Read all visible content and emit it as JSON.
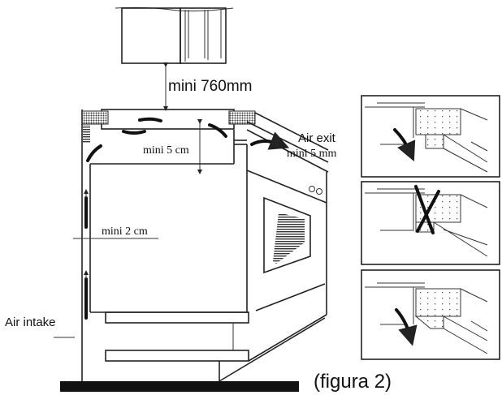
{
  "labels": {
    "cabinet_clearance": "mini 760mm",
    "top_gap": "mini 5  cm",
    "air_exit": "Air   exit",
    "air_exit_gap": "mini  5  mm",
    "side_gap": "mini  2  cm",
    "air_intake": "Air   intake",
    "figure_caption": "(figura 2)"
  },
  "panels": [
    {
      "id": "panel-1",
      "mark": "correct"
    },
    {
      "id": "panel-2",
      "mark": "incorrect"
    },
    {
      "id": "panel-3",
      "mark": "correct"
    }
  ],
  "colors": {
    "line": "#222222",
    "background": "#ffffff",
    "floor": "#111111"
  }
}
